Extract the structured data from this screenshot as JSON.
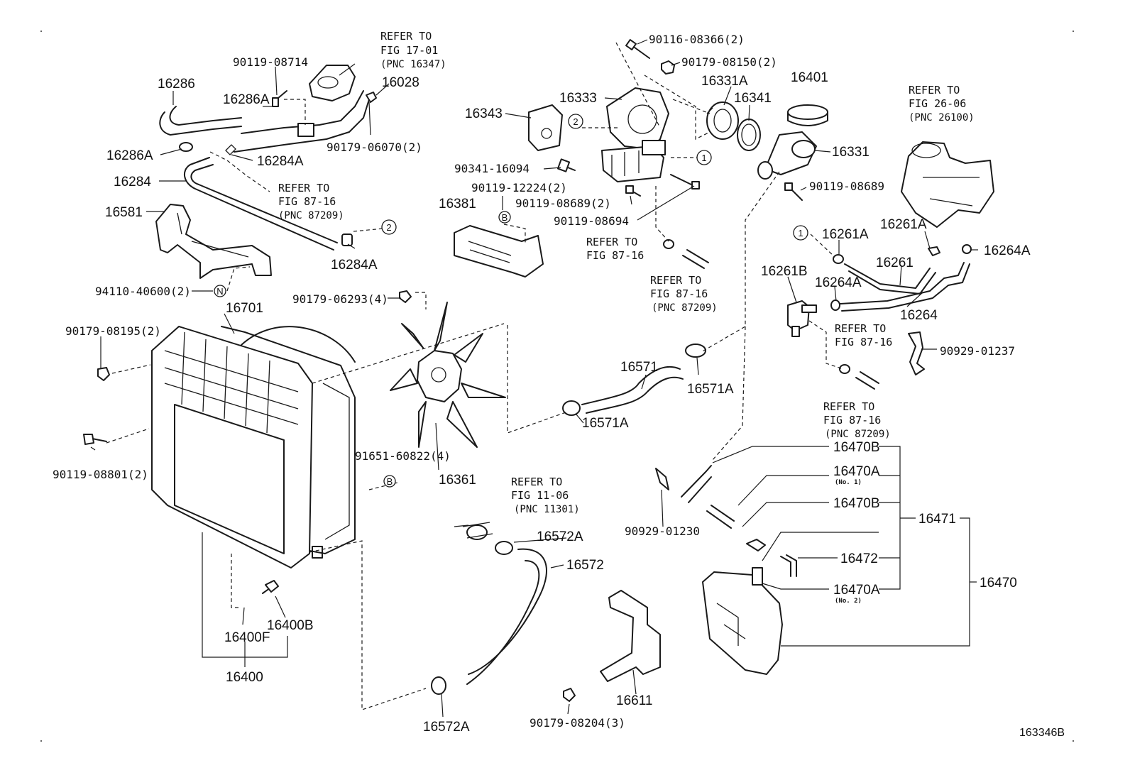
{
  "parts": {
    "p16286": "16286",
    "p16286A_top": "16286A",
    "p16286A_left": "16286A",
    "p16284A_mid": "16284A",
    "p16284": "16284",
    "p16581": "16581",
    "p16284A_low": "16284A",
    "p94110": "94110-40600(2)",
    "p90119_08714": "90119-08714",
    "p16028": "16028",
    "p90179_06070": "90179-06070(2)",
    "p90116": "90116-08366(2)",
    "p90179_08150": "90179-08150(2)",
    "p16331A": "16331A",
    "p16341": "16341",
    "p16401": "16401",
    "p16333": "16333",
    "p16343": "16343",
    "p16331": "16331",
    "p90341": "90341-16094",
    "p90119_12224": "90119-12224(2)",
    "p16381": "16381",
    "p90119_08689_2": "90119-08689(2)",
    "p90119_08694": "90119-08694",
    "p90119_08689": "90119-08689",
    "p16261A_right": "16261A",
    "p16261A_left": "16261A",
    "p16264A_right": "16264A",
    "p16261": "16261",
    "p16261B": "16261B",
    "p16264A_left": "16264A",
    "p16264": "16264",
    "p90929_01237": "90929-01237",
    "p90179_06293": "90179-06293(4)",
    "p16701": "16701",
    "p90179_08195": "90179-08195(2)",
    "p90119_08801": "90119-08801(2)",
    "p16571": "16571",
    "p16571A_right": "16571A",
    "p16571A_left": "16571A",
    "p91651": "91651-60822(4)",
    "p16361": "16361",
    "p16470B_top": "16470B",
    "p16470A_top": "16470A",
    "p16470A_top_note": "(No. 1)",
    "p16470B_mid": "16470B",
    "p16471": "16471",
    "p16472": "16472",
    "p16470A_low": "16470A",
    "p16470A_low_note": "(No. 2)",
    "p16470": "16470",
    "p90929_01230": "90929-01230",
    "p16572A_top": "16572A",
    "p16572": "16572",
    "p16572A_low": "16572A",
    "p16611": "16611",
    "p90179_08204": "90179-08204(3)",
    "p16400B": "16400B",
    "p16400F": "16400F",
    "p16400": "16400"
  },
  "references": {
    "r_fig1701": [
      "REFER TO",
      "FIG 17-01",
      "(PNC 16347)"
    ],
    "r_fig8716_a": [
      "REFER TO",
      "FIG 87-16",
      "(PNC 87209)"
    ],
    "r_fig2606": [
      "REFER TO",
      "FIG 26-06",
      "(PNC 26100)"
    ],
    "r_fig8716_b": [
      "REFER TO",
      "FIG 87-16"
    ],
    "r_fig8716_c": [
      "REFER TO",
      "FIG 87-16",
      "(PNC 87209)"
    ],
    "r_fig8716_d": [
      "REFER TO",
      "FIG 87-16"
    ],
    "r_fig8716_e": [
      "REFER TO",
      "FIG 87-16",
      "(PNC 87209)"
    ],
    "r_fig1106": [
      "REFER TO",
      "FIG 11-06",
      "(PNC 11301)"
    ]
  },
  "markers": {
    "m1_a": "1",
    "m1_b": "1",
    "m2_a": "2",
    "m2_b": "2",
    "mB_a": "B",
    "mB_b": "B",
    "mN": "N"
  },
  "figure_id": "163346B"
}
